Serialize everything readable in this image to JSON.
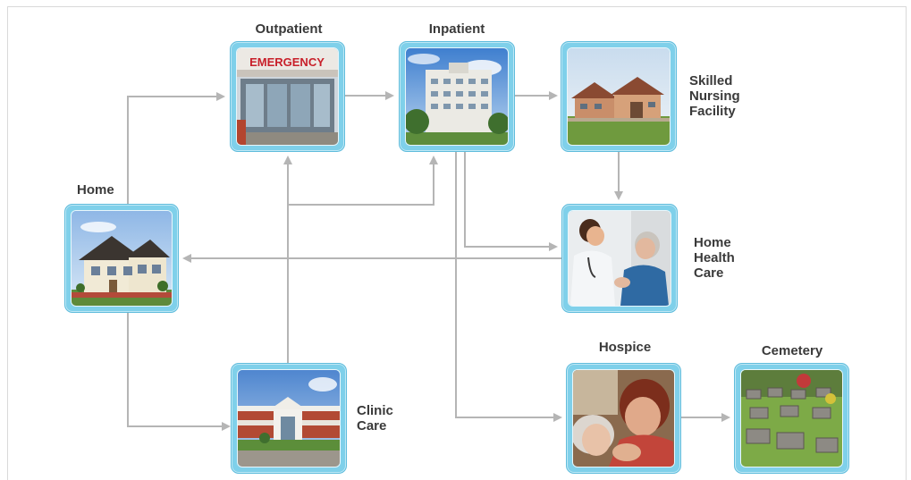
{
  "nodes": {
    "home": {
      "label": "Home"
    },
    "outpatient": {
      "label": "Outpatient",
      "sign_text": "EMERGENCY"
    },
    "inpatient": {
      "label": "Inpatient"
    },
    "snf": {
      "label": "Skilled\nNursing\nFacility"
    },
    "home_health": {
      "label": "Home\nHealth\nCare"
    },
    "clinic": {
      "label": "Clinic\nCare"
    },
    "hospice": {
      "label": "Hospice"
    },
    "cemetery": {
      "label": "Cemetery"
    }
  },
  "colors": {
    "frame_fill": "#7fd0ea",
    "arrow": "#b5b5b5",
    "text": "#3a3a3a"
  }
}
